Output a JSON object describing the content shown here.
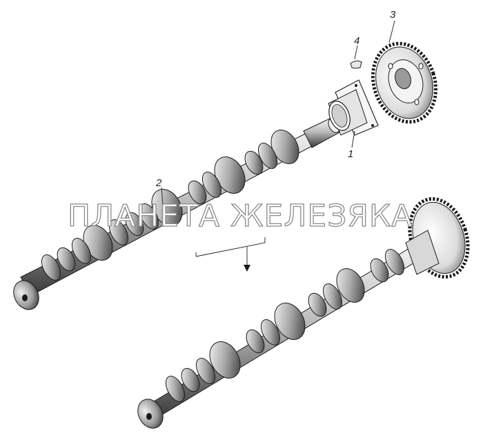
{
  "callouts": {
    "part1": "1",
    "part2": "2",
    "part3": "3",
    "part4": "4"
  },
  "watermark": "ПЛАНЕТА ЖЕЛЕЗЯКА",
  "colors": {
    "line": "#1a1a1a",
    "shade_dark": "#3a3a3a",
    "shade_mid": "#8c8c8c",
    "shade_light": "#d9d9d9",
    "watermark_stroke": "#8a8a8a"
  }
}
